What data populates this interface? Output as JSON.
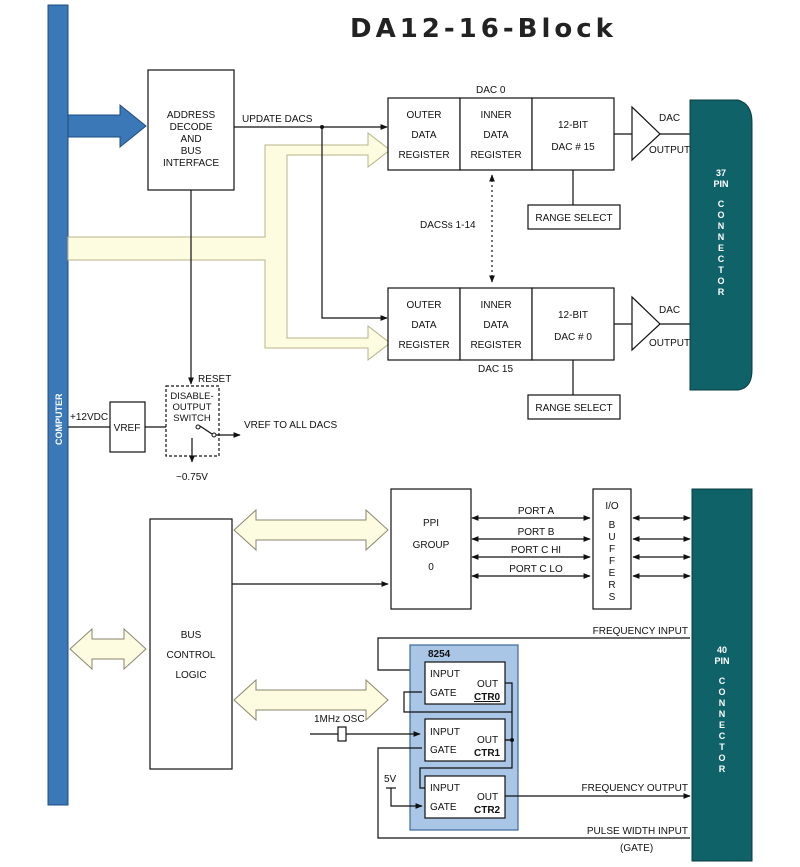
{
  "title": "DA12-16-Block",
  "computer_bus_label": "COMPUTER",
  "colors": {
    "bus_blue": "#3a78b8",
    "connector_teal": "#0f6268",
    "pale_arrow": "#fdfbe0",
    "counter_block": "#a9c6e6"
  },
  "top": {
    "address_decoder": [
      "ADDRESS",
      "DECODE",
      "AND",
      "BUS",
      "INTERFACE"
    ],
    "update_dacs": "UPDATE DACS",
    "dac0_label": "DAC 0",
    "dac15_label": "DAC 15",
    "dacs_middle": "DACSs 1-14",
    "outer_register": [
      "OUTER",
      "DATA",
      "REGISTER"
    ],
    "inner_register": [
      "INNER",
      "DATA",
      "REGISTER"
    ],
    "dac_top": [
      "12-BIT",
      "DAC # 15"
    ],
    "dac_bottom": [
      "12-BIT",
      "DAC # 0"
    ],
    "range_select": "RANGE SELECT",
    "amp_dac": "DAC",
    "amp_output": "OUTPUT",
    "reset": "RESET",
    "disable_switch": [
      "DISABLE-",
      "OUTPUT",
      "SWITCH"
    ],
    "supply": "+12VDC",
    "vref": "VREF",
    "vref_all": "VREF TO ALL DACS",
    "neg_ref": "~0.75V",
    "connector37": [
      "37",
      "PIN",
      "C",
      "O",
      "N",
      "N",
      "E",
      "C",
      "T",
      "O",
      "R"
    ]
  },
  "bottom": {
    "ppi": [
      "PPI",
      "GROUP",
      "0"
    ],
    "ports": [
      "PORT A",
      "PORT B",
      "PORT C HI",
      "PORT C LO"
    ],
    "io_buffers": [
      "I/O",
      "B",
      "U",
      "F",
      "F",
      "E",
      "R",
      "S"
    ],
    "bus_control": [
      "BUS",
      "CONTROL",
      "LOGIC"
    ],
    "frequency_input": "FREQUENCY INPUT",
    "chip": "8254",
    "counters": [
      {
        "input": "INPUT",
        "gate": "GATE",
        "out": "OUT",
        "name": "CTR0"
      },
      {
        "input": "INPUT",
        "gate": "GATE",
        "out": "OUT",
        "name": "CTR1"
      },
      {
        "input": "INPUT",
        "gate": "GATE",
        "out": "OUT",
        "name": "CTR2"
      }
    ],
    "osc": "1MHz OSC",
    "five_volt": "5V",
    "frequency_output": "FREQUENCY OUTPUT",
    "pulse_width_input": "PULSE WIDTH INPUT",
    "gate_note": "(GATE)",
    "connector40": [
      "40",
      "PIN",
      "C",
      "O",
      "N",
      "N",
      "E",
      "C",
      "T",
      "O",
      "R"
    ]
  }
}
